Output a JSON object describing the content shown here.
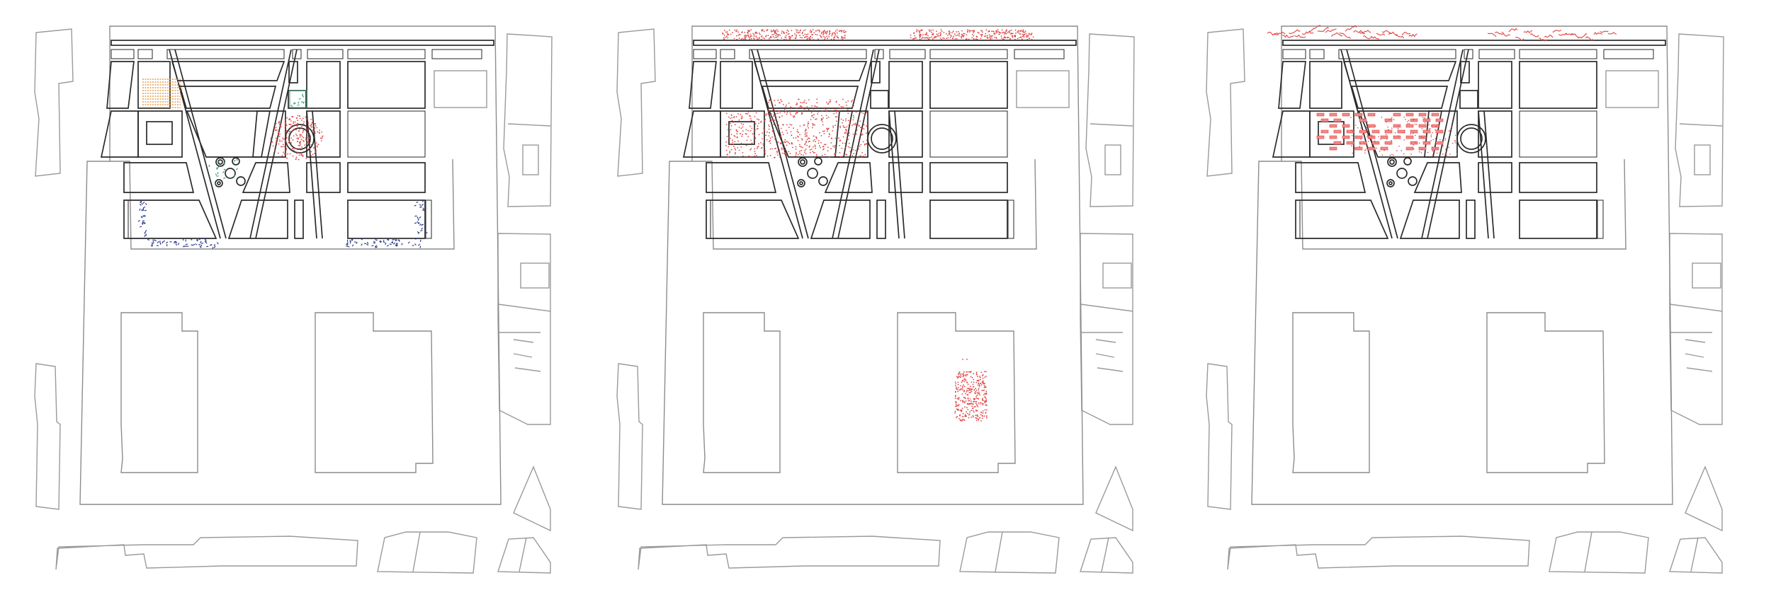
{
  "panels": [
    {
      "id": "panel-1",
      "activities": [
        "orange-hatch",
        "green-cluster",
        "red-dots",
        "blue-marks"
      ]
    },
    {
      "id": "panel-2",
      "activities": [
        "red-top-strip",
        "red-plaza-field",
        "red-crowd-south"
      ]
    },
    {
      "id": "panel-3",
      "activities": [
        "red-top-strip",
        "red-market-stalls"
      ]
    }
  ],
  "colors": {
    "context": "#9a9a9a",
    "plan": "#2a2a2a",
    "red": "#e04545",
    "pink": "#f08a8a",
    "blue": "#2e3c8f",
    "orange": "#e08a2a",
    "green": "#3a9a7a"
  }
}
